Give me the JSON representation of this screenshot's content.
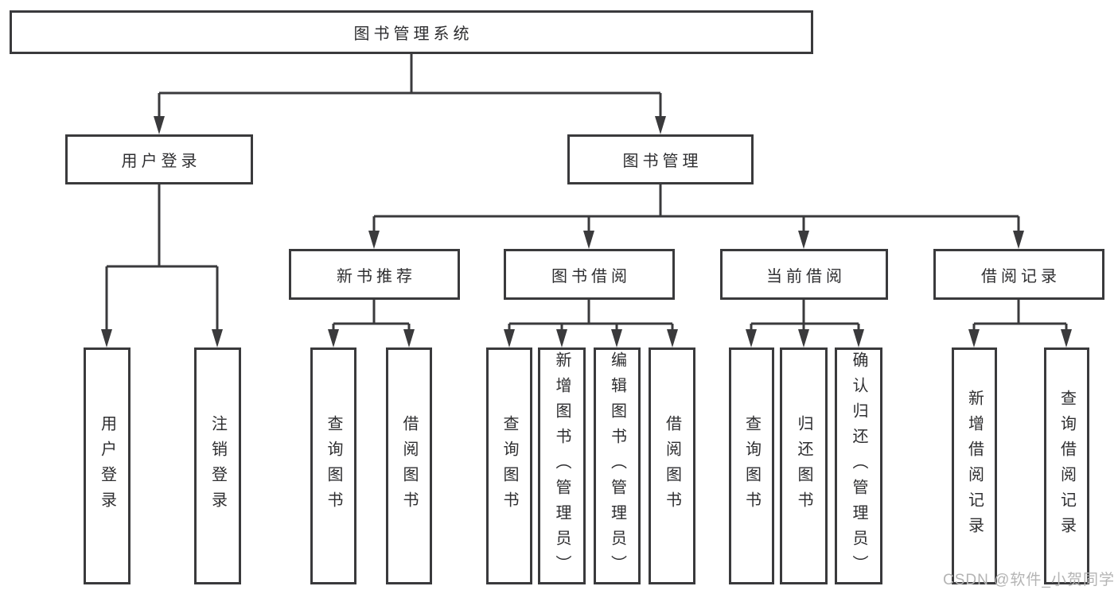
{
  "diagram": {
    "type": "tree-structure-chart",
    "root": {
      "label": "图书管理系统"
    },
    "level2": [
      {
        "label": "用户登录"
      },
      {
        "label": "图书管理"
      }
    ],
    "level3": [
      {
        "label": "新书推荐",
        "parent": "图书管理"
      },
      {
        "label": "图书借阅",
        "parent": "图书管理"
      },
      {
        "label": "当前借阅",
        "parent": "图书管理"
      },
      {
        "label": "借阅记录",
        "parent": "图书管理"
      }
    ],
    "leaves": [
      {
        "label": "用户登录",
        "parent": "用户登录"
      },
      {
        "label": "注销登录",
        "parent": "用户登录"
      },
      {
        "label": "查询图书",
        "parent": "新书推荐"
      },
      {
        "label": "借阅图书",
        "parent": "新书推荐"
      },
      {
        "label": "查询图书",
        "parent": "图书借阅"
      },
      {
        "label": "新增图书（管理员）",
        "parent": "图书借阅"
      },
      {
        "label": "编辑图书（管理员）",
        "parent": "图书借阅"
      },
      {
        "label": "借阅图书",
        "parent": "图书借阅"
      },
      {
        "label": "查询图书",
        "parent": "当前借阅"
      },
      {
        "label": "归还图书",
        "parent": "当前借阅"
      },
      {
        "label": "确认归还（管理员）",
        "parent": "当前借阅"
      },
      {
        "label": "新增借阅记录",
        "parent": "借阅记录"
      },
      {
        "label": "查询借阅记录",
        "parent": "借阅记录"
      }
    ],
    "colors": {
      "line": "#3a3a3c",
      "text": "#2e2e30",
      "watermark": "#b4b4b4",
      "background": "#ffffff"
    },
    "watermark": {
      "text": "CSDN @软件_小贺同学"
    }
  }
}
